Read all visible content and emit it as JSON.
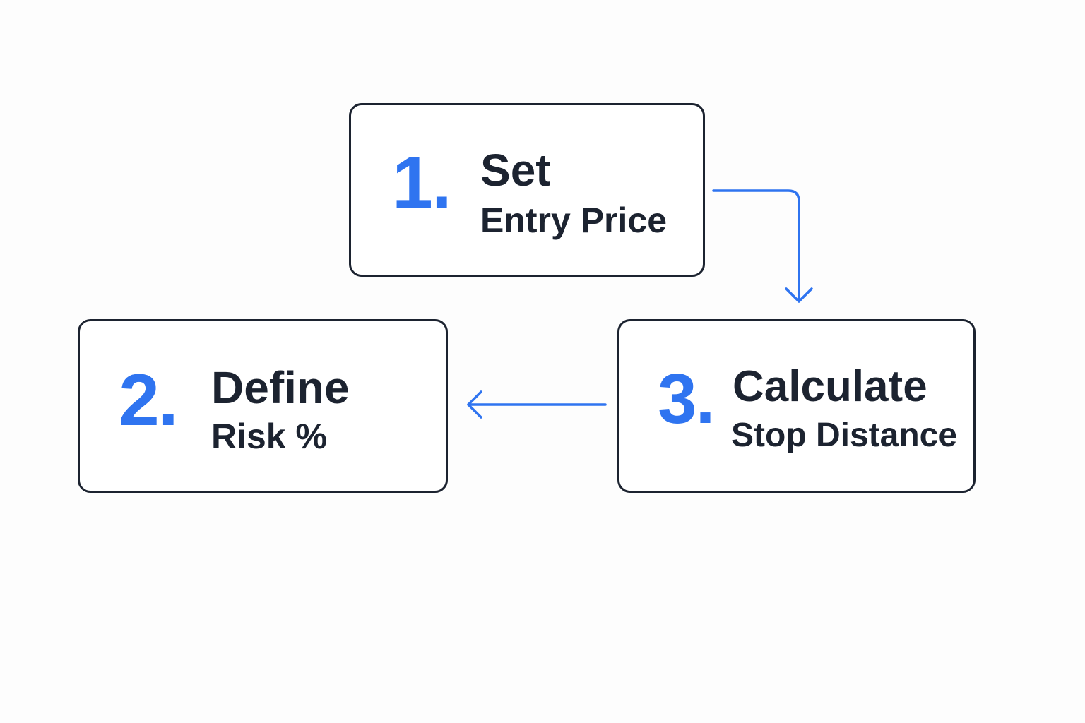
{
  "steps": [
    {
      "number": "1.",
      "title": "Set",
      "subtitle": "Entry Price"
    },
    {
      "number": "2.",
      "title": "Define",
      "subtitle": "Risk %"
    },
    {
      "number": "3.",
      "title": "Calculate",
      "subtitle": "Stop Distance"
    }
  ],
  "colors": {
    "accent": "#2f74f0",
    "text": "#1c2330",
    "border": "#1c2330",
    "background": "#fdfdfd"
  },
  "connectors": [
    {
      "from": "step-1",
      "to": "step-3",
      "icon": "arrow-down-icon"
    },
    {
      "from": "step-3",
      "to": "step-2",
      "icon": "arrow-left-icon"
    }
  ]
}
